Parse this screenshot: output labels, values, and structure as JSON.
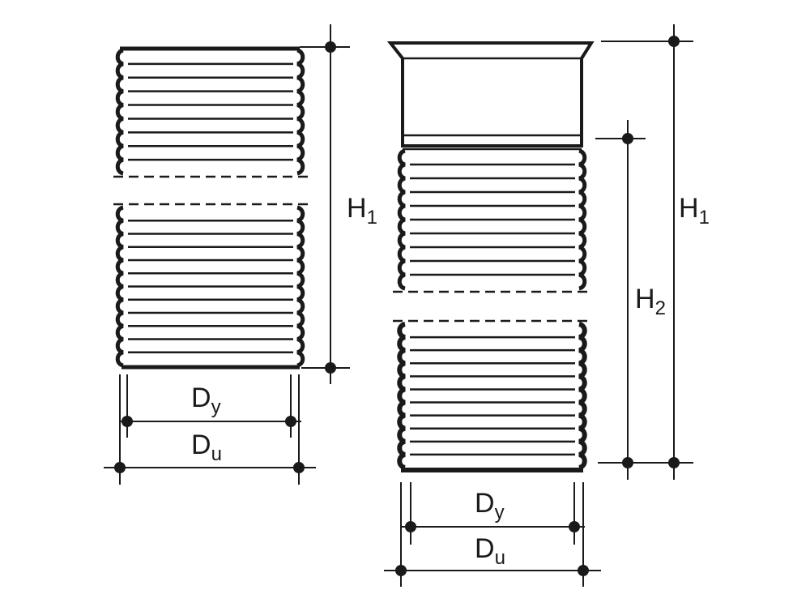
{
  "labels": {
    "pipe1_height": {
      "main": "H",
      "sub": "1"
    },
    "pipe1_inner_diameter": {
      "main": "D",
      "sub": "y"
    },
    "pipe1_outer_diameter": {
      "main": "D",
      "sub": "u"
    },
    "pipe2_total_height": {
      "main": "H",
      "sub": "1"
    },
    "pipe2_effective_height": {
      "main": "H",
      "sub": "2"
    },
    "pipe2_inner_diameter": {
      "main": "D",
      "sub": "y"
    },
    "pipe2_outer_diameter": {
      "main": "D",
      "sub": "u"
    }
  },
  "colors": {
    "line": "#1a1a1a",
    "background": "#ffffff"
  }
}
